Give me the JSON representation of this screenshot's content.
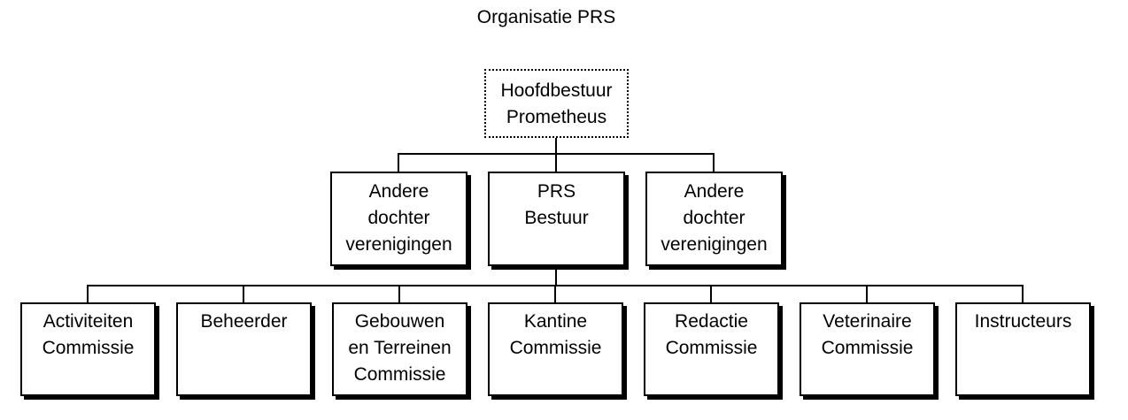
{
  "title": "Organisatie PRS",
  "root": {
    "lines": [
      "Hoofdbestuur",
      "Prometheus"
    ]
  },
  "level2": [
    {
      "lines": [
        "Andere",
        "dochter",
        "verenigingen"
      ]
    },
    {
      "lines": [
        "PRS",
        "Bestuur"
      ]
    },
    {
      "lines": [
        "Andere",
        "dochter",
        "verenigingen"
      ]
    }
  ],
  "level3": [
    {
      "lines": [
        "Activiteiten",
        "Commissie"
      ]
    },
    {
      "lines": [
        "Beheerder"
      ]
    },
    {
      "lines": [
        "Gebouwen",
        "en Terreinen",
        "Commissie"
      ]
    },
    {
      "lines": [
        "Kantine",
        "Commissie"
      ]
    },
    {
      "lines": [
        "Redactie",
        "Commissie"
      ]
    },
    {
      "lines": [
        "Veterinaire",
        "Commissie"
      ]
    },
    {
      "lines": [
        "Instructeurs"
      ]
    }
  ]
}
